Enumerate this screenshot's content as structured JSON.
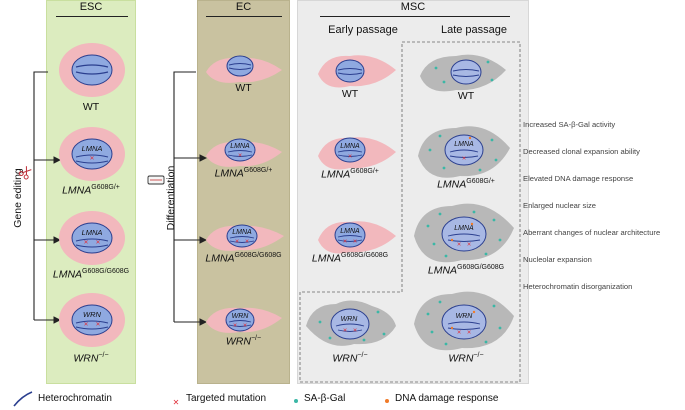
{
  "headers": {
    "esc": "ESC",
    "ec": "EC",
    "msc": "MSC",
    "early": "Early passage",
    "late": "Late passage"
  },
  "side_labels": {
    "gene_editing": "Gene editing",
    "differentiation": "Differentiation"
  },
  "cells": [
    {
      "main": "WT",
      "sup": ""
    },
    {
      "main": "LMNA",
      "sup": "G608G/+"
    },
    {
      "main": "LMNA",
      "sup": "G608G/G608G"
    },
    {
      "main": "WRN",
      "sup": "−/−"
    }
  ],
  "nucleus_text": {
    "lmna": "LMNA",
    "wrn": "WRN"
  },
  "effects": [
    "Increased SA-β-Gal activity",
    "Decreased clonal expansion ability",
    "Elevated DNA damage response",
    "Enlarged nuclear size",
    "Aberrant changes of nuclear architecture",
    "Nucleolar expansion",
    "Heterochromatin disorganization"
  ],
  "legend": [
    {
      "label": "Heterochromatin",
      "icon": "heterochromatin-icon"
    },
    {
      "label": "Targeted mutation",
      "icon": "cross-icon"
    },
    {
      "label": "SA-β-Gal",
      "icon": "dot-icon"
    },
    {
      "label": "DNA damage response",
      "icon": "damage-icon"
    }
  ],
  "colors": {
    "esc_bg": "#dcecbf",
    "ec_bg": "#c9c2a0",
    "msc_bg": "#ececec",
    "cytoplasm": "#f2b8bd",
    "senescent_cytoplasm": "#b8b8b8",
    "nucleus": "#8fa9e0",
    "heterochromatin": "#2b3f8f",
    "mutation": "#e0303a",
    "sa_beta_gal": "#3bb7a6",
    "dna_damage": "#f07a28"
  }
}
